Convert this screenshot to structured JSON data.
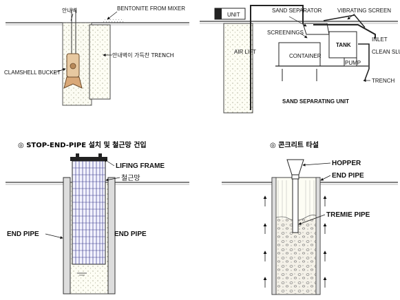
{
  "panel1": {
    "sign_label": "안내벽",
    "bentonite_label": "BENTONITE FROM MIXER",
    "trench_label": "안내벽이 가득찬 TRENCH",
    "clamshell_label": "CLAMSHELL BUCKET"
  },
  "panel2": {
    "unit_label": "UNIT",
    "sand_separator_label": "SAND SEPARATOR",
    "vibrating_screen_label": "VIBRATING SCREEN",
    "screenings_label": "SCREENINGS",
    "air_lift_label": "AIR LIFT",
    "container_label": "CONTAINER",
    "tank_label": "TANK",
    "inlet_label": "INLET",
    "clean_slurry_label": "CLEAN SLURRY",
    "pump_label": "PUMP",
    "trench_label": "TRENCH",
    "title": "SAND SEPARATING UNIT"
  },
  "captions": {
    "left": "◎ STOP-END-PIPE 설치 및 철근망 건입",
    "right": "◎ 콘크리트 타설"
  },
  "panel3": {
    "lifting_frame_label": "LIFING FRAME",
    "rebar_cage_label": "철근망",
    "end_pipe_left_label": "END PIPE",
    "end_pipe_right_label": "END  PIPE"
  },
  "panel4": {
    "hopper_label": "HOPPER",
    "end_pipe_label": "END PIPE",
    "tremie_label": "TREMIE PIPE"
  }
}
